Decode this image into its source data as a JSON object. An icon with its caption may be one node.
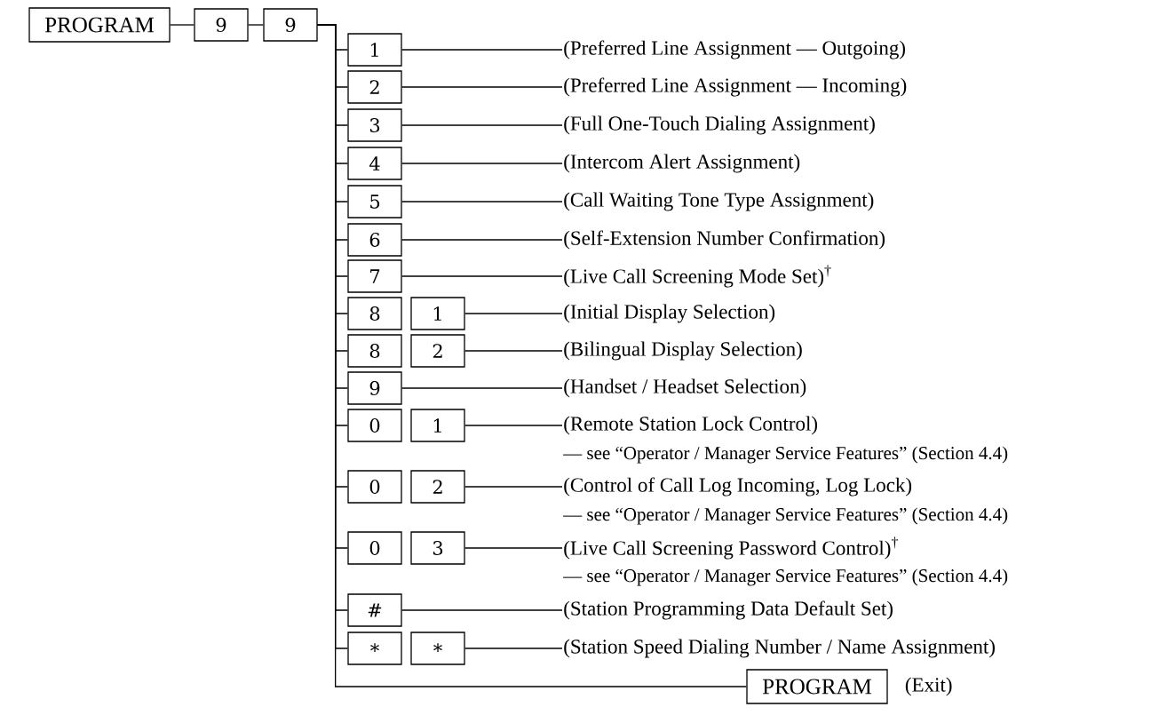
{
  "diagram": {
    "nodes": [
      {
        "text": [
          "PROGRAM"
        ]
      },
      {
        "text": [
          "9"
        ]
      },
      {
        "text": [
          "9"
        ]
      },
      {
        "text": [
          "1"
        ]
      },
      {
        "text": [
          "(Preferred Line Assignment — Outgoing)"
        ]
      },
      {
        "text": [
          "2"
        ]
      },
      {
        "text": [
          "(Preferred Line Assignment — Incoming)"
        ]
      },
      {
        "text": [
          "3"
        ]
      },
      {
        "text": [
          "(Full One-Touch Dialing Assignment)"
        ]
      },
      {
        "text": [
          "4"
        ]
      },
      {
        "text": [
          "(Intercom Alert Assignment)"
        ]
      },
      {
        "text": [
          "5"
        ]
      },
      {
        "text": [
          "(Call Waiting Tone Type Assignment)"
        ]
      },
      {
        "text": [
          "6"
        ]
      },
      {
        "text": [
          "(Self-Extension Number Confirmation)"
        ]
      },
      {
        "text": [
          "7"
        ]
      },
      {
        "text": [
          "(Live Call Screening Mode Set)$^{†}$"
        ]
      },
      {
        "text": [
          "8"
        ]
      },
      {
        "text": [
          "1"
        ]
      },
      {
        "text": [
          "(Initial Display Selection)"
        ]
      },
      {
        "text": [
          "8"
        ]
      },
      {
        "text": [
          "2"
        ]
      },
      {
        "text": [
          "(Bilingual Display Selection)"
        ]
      },
      {
        "text": [
          "9"
        ]
      },
      {
        "text": [
          "(Handset / Headset Selection)"
        ]
      },
      {
        "text": [
          "0"
        ]
      },
      {
        "text": [
          "1"
        ]
      },
      {
        "text": [
          "(Remote Station Lock Control)"
        ],
        "beside": [
          "— see “Operator / Manager Service Features” (Section 4.4)"
        ]
      },
      {
        "text": [
          "0"
        ]
      },
      {
        "text": [
          "2"
        ]
      },
      {
        "text": [
          "(Control of Call Log Incoming, Log Lock)"
        ],
        "beside": [
          "— see “Operator / Manager Service Features” (Section 4.4)"
        ]
      },
      {
        "text": [
          "0"
        ]
      },
      {
        "text": [
          "3"
        ]
      },
      {
        "text": [
          "(Live Call Screening Password Control)$^{†}$"
        ],
        "beside": [
          "— see “Operator / Manager Service Features” (Section 4.4)"
        ]
      },
      {
        "text": [
          "#"
        ]
      },
      {
        "text": [
          "(Station Programming Data Default Set)"
        ]
      },
      {
        "text": [
          "∗"
        ]
      },
      {
        "text": [
          "∗"
        ]
      },
      {
        "text": [
          "(Station Speed Dialing Number / Name Assignment)"
        ]
      },
      {
        "text": [
          "PROGRAM"
        ],
        "beside": [
          "(Exit)"
        ]
      }
    ],
    "edges": [
      {
        "from": 0,
        "to": 1,
        "arrow": "none"
      },
      {
        "from": 1,
        "to": 2,
        "arrow": "none"
      },
      {
        "from": 2,
        "to": 3,
        "arrow": "none"
      },
      {
        "from": 2,
        "to": 5,
        "arrow": "none"
      },
      {
        "from": 2,
        "to": 7,
        "arrow": "none"
      },
      {
        "from": 2,
        "to": 9,
        "arrow": "none"
      },
      {
        "from": 2,
        "to": 11,
        "arrow": "none"
      },
      {
        "from": 2,
        "to": 13,
        "arrow": "none"
      },
      {
        "from": 2,
        "to": 15,
        "arrow": "none"
      },
      {
        "from": 2,
        "to": 17,
        "arrow": "none"
      },
      {
        "from": 2,
        "to": 20,
        "arrow": "none"
      },
      {
        "from": 2,
        "to": 23,
        "arrow": "none"
      },
      {
        "from": 2,
        "to": 25,
        "arrow": "none"
      },
      {
        "from": 2,
        "to": 28,
        "arrow": "none"
      },
      {
        "from": 2,
        "to": 31,
        "arrow": "none"
      },
      {
        "from": 2,
        "to": 34,
        "arrow": "none"
      },
      {
        "from": 2,
        "to": 36,
        "arrow": "none"
      },
      {
        "from": 2,
        "to": 39,
        "arrow": "none"
      },
      {
        "from": 3,
        "to": 4,
        "arrow": "none"
      },
      {
        "from": 5,
        "to": 6,
        "arrow": "none"
      },
      {
        "from": 7,
        "to": 8,
        "arrow": "none"
      },
      {
        "from": 9,
        "to": 10,
        "arrow": "none"
      },
      {
        "from": 11,
        "to": 12,
        "arrow": "none"
      },
      {
        "from": 13,
        "to": 14,
        "arrow": "none"
      },
      {
        "from": 15,
        "to": 16,
        "arrow": "none"
      },
      {
        "from": 18,
        "to": 19,
        "arrow": "none"
      },
      {
        "from": 21,
        "to": 22,
        "arrow": "none"
      },
      {
        "from": 23,
        "to": 24,
        "arrow": "none"
      },
      {
        "from": 26,
        "to": 27,
        "arrow": "none"
      },
      {
        "from": 29,
        "to": 30,
        "arrow": "none"
      },
      {
        "from": 32,
        "to": 33,
        "arrow": "none"
      },
      {
        "from": 34,
        "to": 35,
        "arrow": "none"
      },
      {
        "from": 37,
        "to": 38,
        "arrow": "none"
      }
    ]
  }
}
